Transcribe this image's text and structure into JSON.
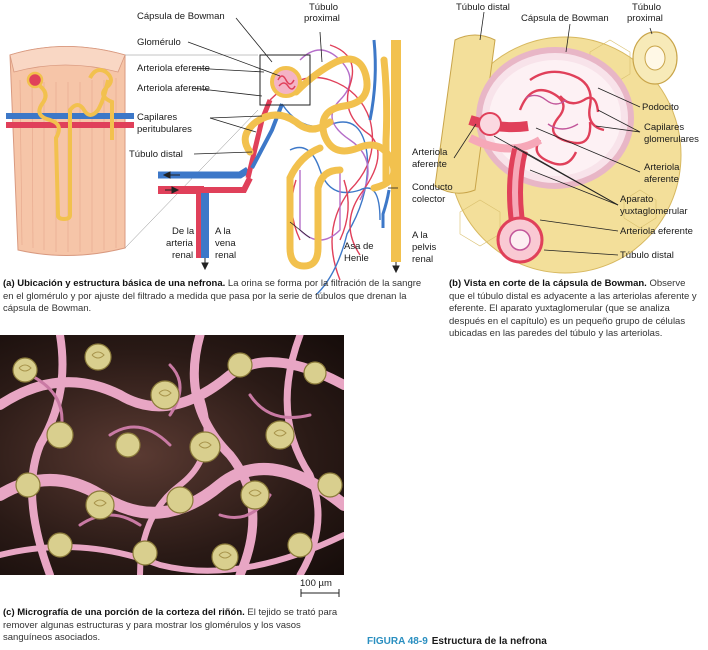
{
  "panel_a": {
    "labels": {
      "capsula": "Cápsula de Bowman",
      "glomerulo": "Glomérulo",
      "arteriola_eferente": "Arteriola eferente",
      "arteriola_aferente": "Arteriola aferente",
      "capilares_1": "Capilares",
      "capilares_2": "peritubulares",
      "tubulo_distal": "Túbulo distal",
      "tubulo_proximal_1": "Túbulo",
      "tubulo_proximal_2": "proximal",
      "arteria_1": "De la",
      "arteria_2": "arteria",
      "arteria_3": "renal",
      "vena_1": "A la",
      "vena_2": "vena",
      "vena_3": "renal",
      "henle_1": "Asa de",
      "henle_2": "Henle",
      "conducto_1": "Conducto",
      "conducto_2": "colector",
      "pelvis_1": "A la",
      "pelvis_2": "pelvis",
      "pelvis_3": "renal"
    },
    "caption_bold": "(a) Ubicación y estructura básica de una nefrona.",
    "caption_text": " La orina se forma por la filtración de la sangre en el glomérulo y por ajuste del filtrado a medida que pasa por la serie de túbulos que drenan la cápsula de Bowman."
  },
  "panel_b": {
    "labels": {
      "tubulo_distal_top": "Túbulo distal",
      "capsula": "Cápsula de Bowman",
      "tubulo_proximal_1": "Túbulo",
      "tubulo_proximal_2": "proximal",
      "podocito": "Podocito",
      "capilares_1": "Capilares",
      "capilares_2": "glomerulares",
      "arteriola_aferente_1": "Arteriola",
      "arteriola_aferente_2": "aferente",
      "arteriola_right_1": "Arteriola",
      "arteriola_right_2": "aferente",
      "aparato_1": "Aparato",
      "aparato_2": "yuxtaglomerular",
      "arteriola_eferente": "Arteriola eferente",
      "tubulo_distal_bottom": "Túbulo distal"
    },
    "caption_bold": "(b) Vista en corte de la cápsula de Bowman.",
    "caption_text": " Observe que el túbulo distal es adyacente a las arteriolas aferente y eferente. El aparato yuxtaglomerular (que se analiza después en el capítulo) es un pequeño grupo de células ubicadas en las paredes del túbulo y las arteriolas."
  },
  "panel_c": {
    "scale_label": "100 µm",
    "caption_bold": "(c) Micrografía de una porción de la corteza del riñón.",
    "caption_text": " El tejido se trató para remover algunas estructuras y para mostrar los glomérulos y los vasos sanguíneos asociados."
  },
  "figure": {
    "number": "FIGURA 48-9",
    "title": "Estructura de la nefrona"
  },
  "colors": {
    "tubule": "#f2c14e",
    "artery": "#e0405a",
    "vein": "#3d78c8",
    "label_line": "#222222",
    "figure_tag": "#2a8fc0"
  }
}
